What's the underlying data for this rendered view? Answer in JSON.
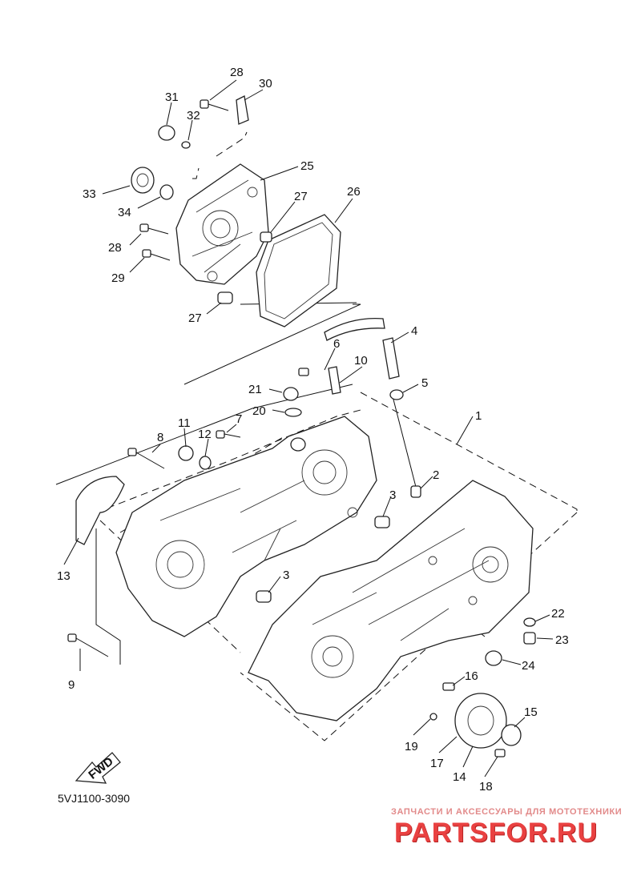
{
  "diagram": {
    "code": "5VJ1100-3090",
    "fwd_label": "FWD",
    "callouts": [
      "1",
      "2",
      "3",
      "3",
      "4",
      "5",
      "6",
      "7",
      "8",
      "9",
      "10",
      "11",
      "12",
      "13",
      "14",
      "15",
      "16",
      "17",
      "18",
      "19",
      "20",
      "21",
      "22",
      "23",
      "24",
      "25",
      "26",
      "27",
      "27",
      "28",
      "28",
      "29",
      "30",
      "31",
      "32",
      "33",
      "34"
    ]
  },
  "watermark": {
    "tagline": "ЗАПЧАСТИ И АКСЕССУАРЫ ДЛЯ МОТОТЕХНИКИ",
    "brand": "PARTSFOR.RU",
    "color": "#e94141"
  }
}
